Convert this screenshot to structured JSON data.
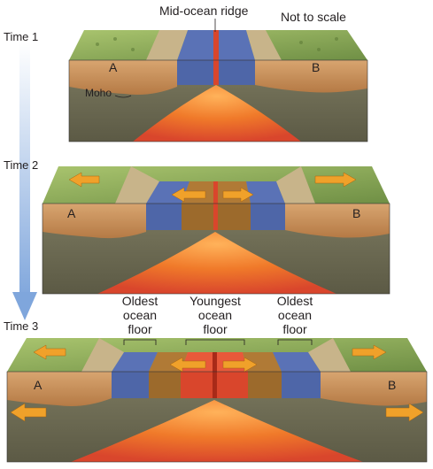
{
  "labels": {
    "mid_ocean_ridge": "Mid-ocean ridge",
    "not_to_scale": "Not to scale",
    "moho": "Moho",
    "plate_a": "A",
    "plate_b": "B",
    "time_1": "Time 1",
    "time_2": "Time 2",
    "time_3": "Time 3",
    "oldest_left": [
      "Oldest",
      "ocean",
      "floor"
    ],
    "youngest": [
      "Youngest",
      "ocean",
      "floor"
    ],
    "oldest_right": [
      "Oldest",
      "ocean",
      "floor"
    ]
  },
  "colors": {
    "continental_crust": "#c9925c",
    "land_surface": "#8fae5c",
    "oceanic_old": "#4e66a8",
    "oceanic_mid": "#9c6a2c",
    "oceanic_young": "#d9462c",
    "mantle": "#6f6d55",
    "magma": "#f07a2a",
    "arrow": "#f0a12a",
    "time_arrow": "#8fb3e3"
  },
  "panels": [
    {
      "name": "time-1",
      "ocean_bands": [
        "young"
      ],
      "spreading": false
    },
    {
      "name": "time-2",
      "ocean_bands": [
        "old",
        "mid"
      ],
      "spreading": true
    },
    {
      "name": "time-3",
      "ocean_bands": [
        "old",
        "mid",
        "young"
      ],
      "spreading": true
    }
  ]
}
